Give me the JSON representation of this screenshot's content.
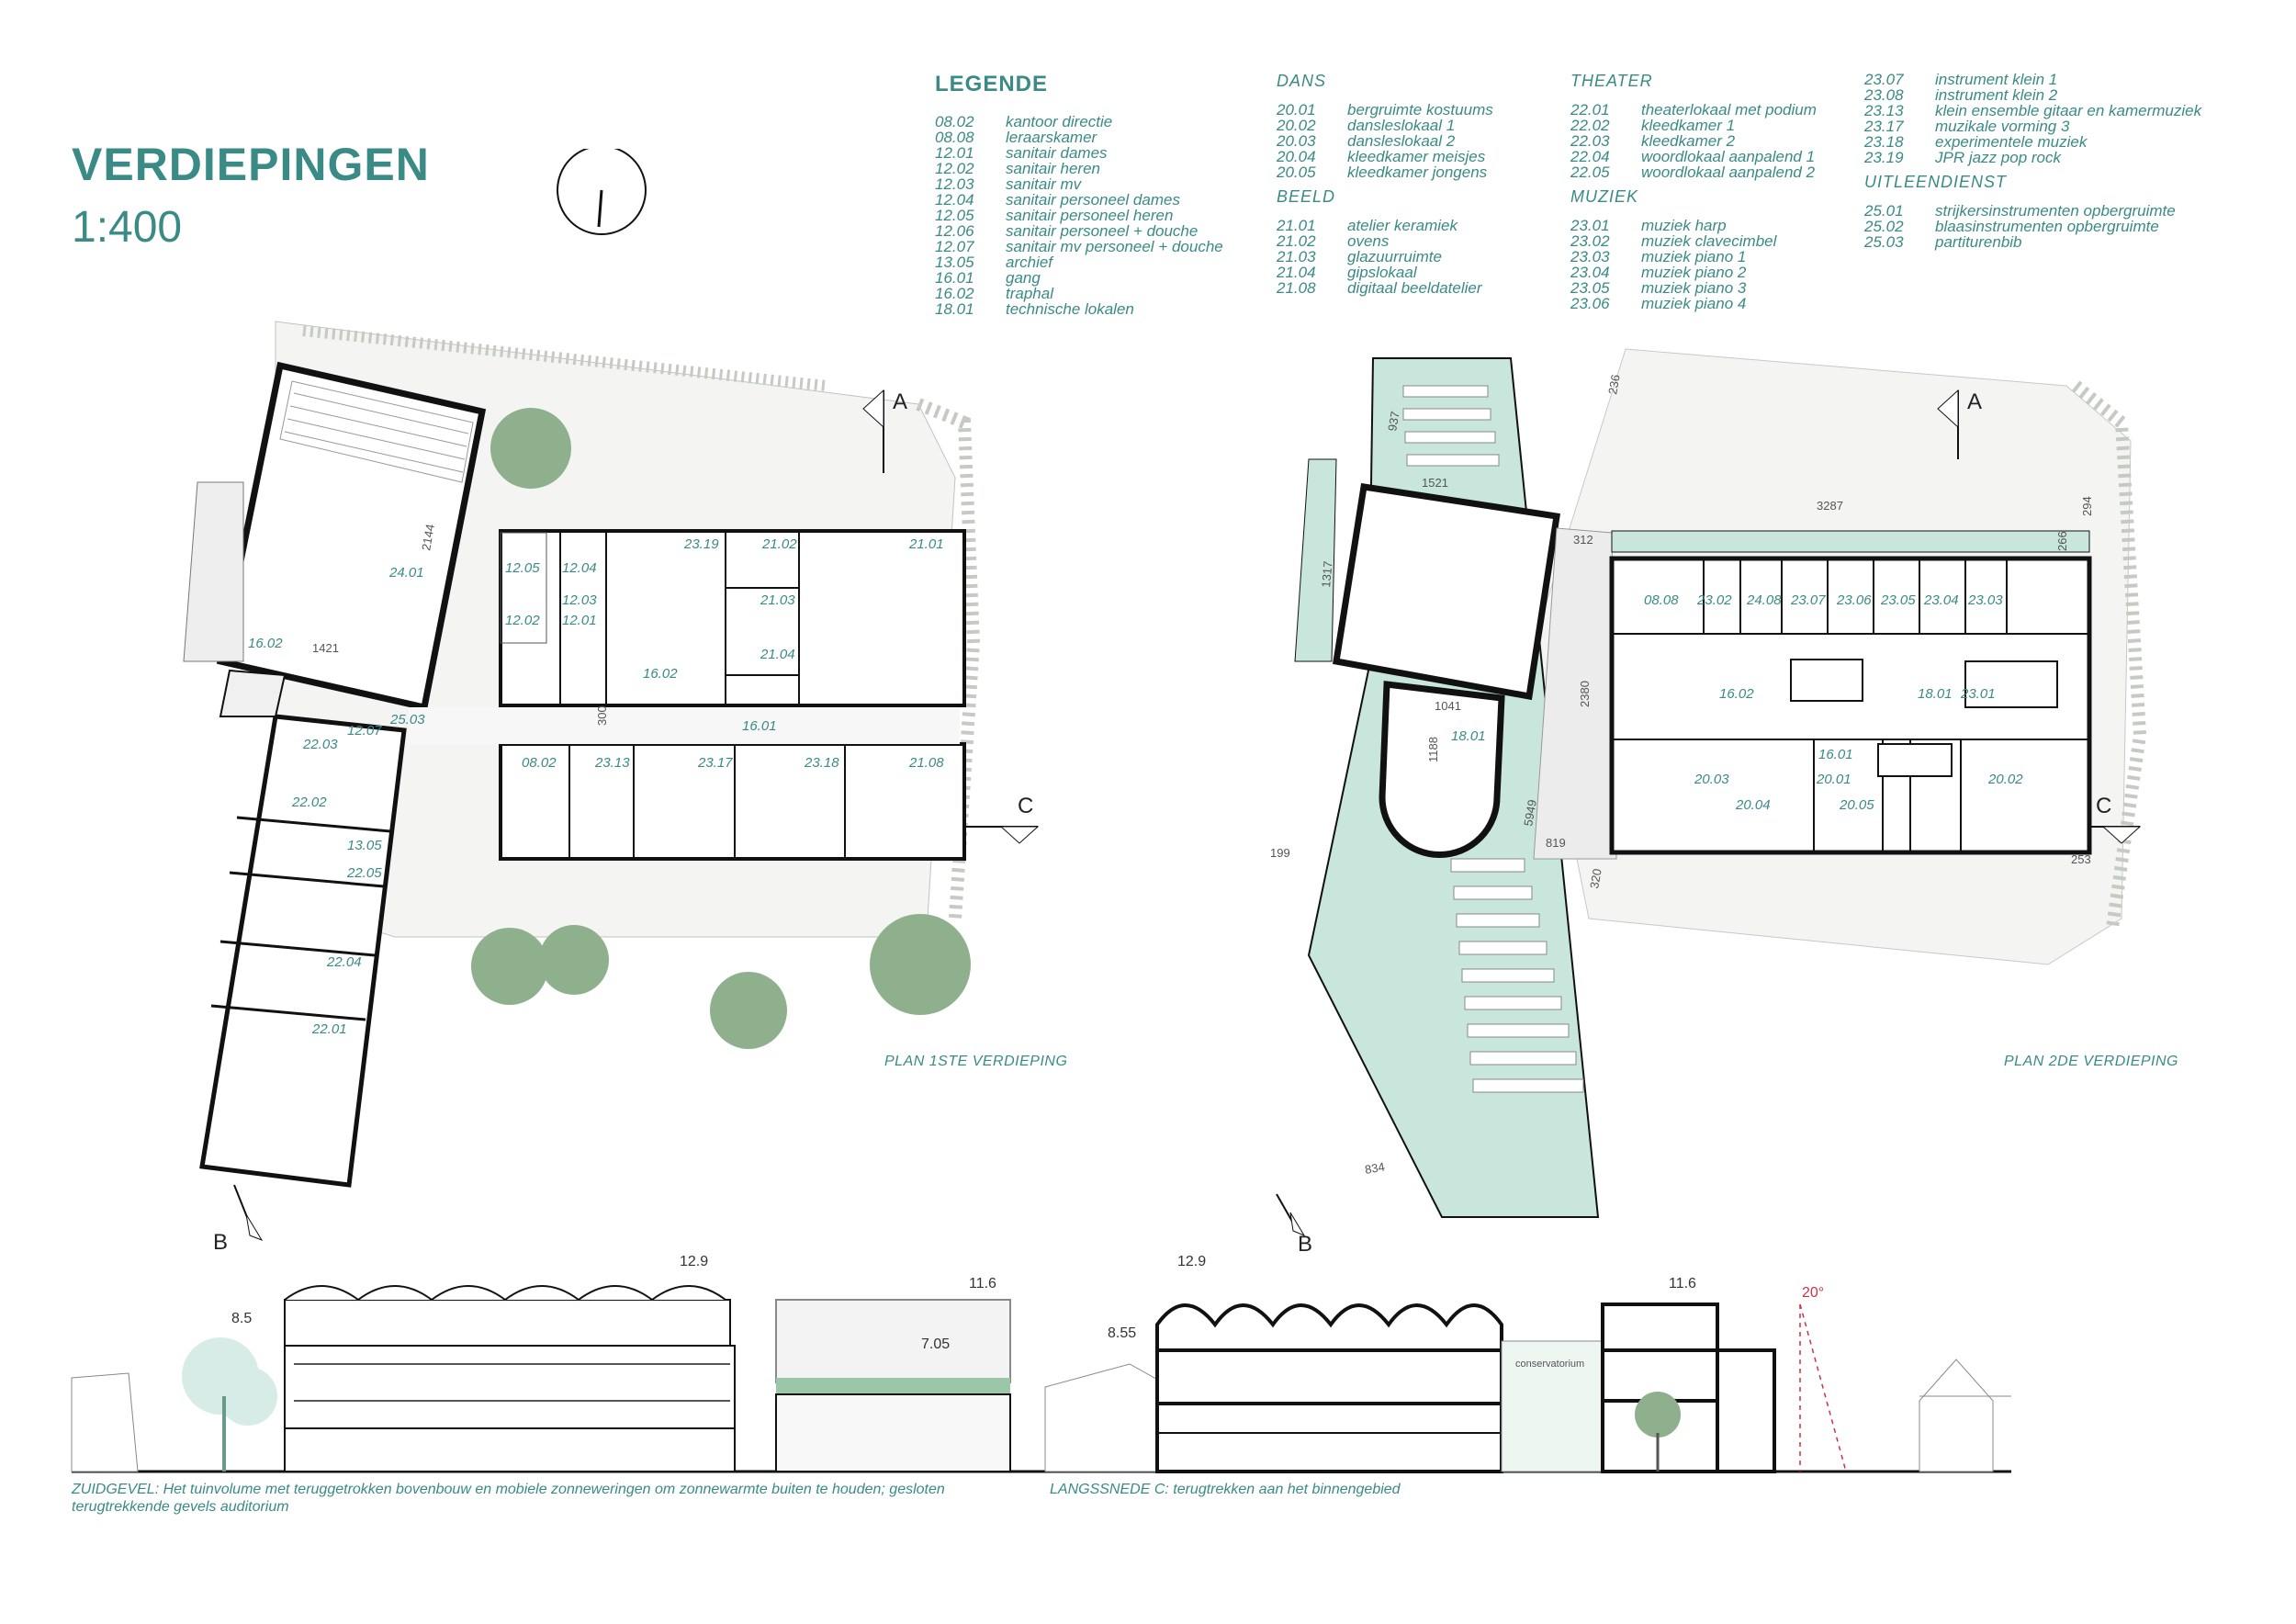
{
  "header": {
    "title": "VERDIEPINGEN",
    "scale": "1:400"
  },
  "legend": {
    "title": "LEGENDE",
    "general": [
      {
        "code": "08.02",
        "label": "kantoor directie"
      },
      {
        "code": "08.08",
        "label": "leraarskamer"
      },
      {
        "code": "12.01",
        "label": "sanitair dames"
      },
      {
        "code": "12.02",
        "label": "sanitair heren"
      },
      {
        "code": "12.03",
        "label": "sanitair mv"
      },
      {
        "code": "12.04",
        "label": "sanitair personeel dames"
      },
      {
        "code": "12.05",
        "label": "sanitair personeel heren"
      },
      {
        "code": "12.06",
        "label": "sanitair personeel + douche"
      },
      {
        "code": "12.07",
        "label": "sanitair mv personeel + douche"
      },
      {
        "code": "13.05",
        "label": "archief"
      },
      {
        "code": "16.01",
        "label": "gang"
      },
      {
        "code": "16.02",
        "label": "traphal"
      },
      {
        "code": "18.01",
        "label": "technische lokalen"
      }
    ],
    "dans": {
      "title": "DANS",
      "items": [
        {
          "code": "20.01",
          "label": "bergruimte kostuums"
        },
        {
          "code": "20.02",
          "label": "dansleslokaal 1"
        },
        {
          "code": "20.03",
          "label": "dansleslokaal 2"
        },
        {
          "code": "20.04",
          "label": "kleedkamer meisjes"
        },
        {
          "code": "20.05",
          "label": "kleedkamer jongens"
        }
      ]
    },
    "beeld": {
      "title": "BEELD",
      "items": [
        {
          "code": "21.01",
          "label": "atelier keramiek"
        },
        {
          "code": "21.02",
          "label": "ovens"
        },
        {
          "code": "21.03",
          "label": "glazuurruimte"
        },
        {
          "code": "21.04",
          "label": "gipslokaal"
        },
        {
          "code": "21.08",
          "label": "digitaal beeldatelier"
        }
      ]
    },
    "theater": {
      "title": "THEATER",
      "items": [
        {
          "code": "22.01",
          "label": "theaterlokaal met podium"
        },
        {
          "code": "22.02",
          "label": "kleedkamer 1"
        },
        {
          "code": "22.03",
          "label": "kleedkamer 2"
        },
        {
          "code": "22.04",
          "label": "woordlokaal aanpalend 1"
        },
        {
          "code": "22.05",
          "label": "woordlokaal aanpalend 2"
        }
      ]
    },
    "muziek": {
      "title": "MUZIEK",
      "items": [
        {
          "code": "23.01",
          "label": "muziek harp"
        },
        {
          "code": "23.02",
          "label": "muziek clavecimbel"
        },
        {
          "code": "23.03",
          "label": "muziek piano 1"
        },
        {
          "code": "23.04",
          "label": "muziek piano 2"
        },
        {
          "code": "23.05",
          "label": "muziek piano 3"
        },
        {
          "code": "23.06",
          "label": "muziek piano 4"
        }
      ]
    },
    "muziek_cont": [
      {
        "code": "23.07",
        "label": "instrument klein 1"
      },
      {
        "code": "23.08",
        "label": "instrument klein 2"
      },
      {
        "code": "23.13",
        "label": "klein ensemble gitaar en kamermuziek"
      },
      {
        "code": "23.17",
        "label": "muzikale vorming 3"
      },
      {
        "code": "23.18",
        "label": "experimentele muziek"
      },
      {
        "code": "23.19",
        "label": "JPR jazz pop rock"
      }
    ],
    "uitleendienst": {
      "title": "UITLEENDIENST",
      "items": [
        {
          "code": "25.01",
          "label": "strijkersinstrumenten opbergruimte"
        },
        {
          "code": "25.02",
          "label": "blaasinstrumenten opbergruimte"
        },
        {
          "code": "25.03",
          "label": "partiturenbib"
        }
      ]
    }
  },
  "plan1": {
    "label": "PLAN 1STE VERDIEPING",
    "rooms": {
      "r2401": "24.01",
      "r1602a": "16.02",
      "r1205": "12.05",
      "r1204": "12.04",
      "r1203": "12.03",
      "r1202": "12.02",
      "r1201": "12.01",
      "r2319": "23.19",
      "r2102": "21.02",
      "r2101": "21.01",
      "r2103": "21.03",
      "r2104": "21.04",
      "r1602b": "16.02",
      "r1601": "16.01",
      "r2503": "25.03",
      "r1207": "12.07",
      "r2203": "22.03",
      "r2202": "22.02",
      "r1305": "13.05",
      "r2205": "22.05",
      "r2204": "22.04",
      "r2201": "22.01",
      "r0802": "08.02",
      "r2313": "23.13",
      "r2317": "23.17",
      "r2318": "23.18",
      "r2108": "21.08"
    },
    "dims": {
      "d2144": "2144",
      "d1421": "1421",
      "d300": "300"
    },
    "markers": {
      "a": "A",
      "b": "B",
      "c": "C"
    }
  },
  "plan2": {
    "label": "PLAN 2DE VERDIEPING",
    "rooms": {
      "r0808": "08.08",
      "r2302": "23.02",
      "r2408": "24.08",
      "r2307": "23.07",
      "r2306": "23.06",
      "r2305": "23.05",
      "r2304": "23.04",
      "r2303": "23.03",
      "r1602": "16.02",
      "r1801a": "18.01",
      "r2301": "23.01",
      "r1801b": "18.01",
      "r1601": "16.01",
      "r2003": "20.03",
      "r2004": "20.04",
      "r2001": "20.01",
      "r2005": "20.05",
      "r2002": "20.02"
    },
    "dims": {
      "d937": "937",
      "d1521": "1521",
      "d1317": "1317",
      "d1041": "1041",
      "d1188": "1188",
      "d5949": "5949",
      "d834": "834",
      "d199": "199",
      "d236": "236",
      "d3287": "3287",
      "d312": "312",
      "d294": "294",
      "d266": "266",
      "d2380": "2380",
      "d819": "819",
      "d320": "320",
      "d253": "253"
    },
    "markers": {
      "a": "A",
      "b": "B",
      "c": "C"
    }
  },
  "elevation": {
    "caption": "ZUIDGEVEL: Het tuinvolume met teruggetrokken bovenbouw en mobiele zonneweringen om zonnewarmte buiten te houden; gesloten terugtrekkende gevels auditorium",
    "levels": {
      "l1": "12.9",
      "l2": "8.5",
      "l3": "11.6",
      "l4": "7.05"
    }
  },
  "section": {
    "caption": "LANGSSNEDE C: terugtrekken aan het binnengebied",
    "levels": {
      "l1": "12.9",
      "l2": "8.55",
      "l3": "11.6"
    },
    "angle": "20°",
    "sign": "conservatorium"
  },
  "colors": {
    "accent": "#3a8a86",
    "tree": "#8fb08c",
    "glass": "#c9e6dc",
    "line": "#111111"
  }
}
